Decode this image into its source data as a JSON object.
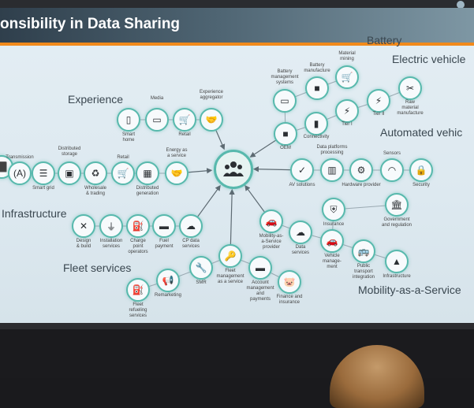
{
  "slide": {
    "title": "onsibility in Data Sharing",
    "center_node": {
      "name": "people-icon"
    },
    "group_headings": [
      "Battery",
      "Electric vehicle",
      "Experience",
      "Automated vehic",
      "Infrastructure",
      "Fleet services",
      "Mobility-as-a-Service"
    ],
    "nodes": [
      {
        "label": "",
        "icon": "⬛",
        "icon_name": "partial-icon"
      },
      {
        "label": "Transmission",
        "icon": "(A)",
        "icon_name": "transmission-icon"
      },
      {
        "label": "Smart grid",
        "icon": "☰",
        "icon_name": "smart-grid-icon"
      },
      {
        "label": "Distributed\nstorage",
        "icon": "▣",
        "icon_name": "storage-icon"
      },
      {
        "label": "Wholesale\n& trading",
        "icon": "♻",
        "icon_name": "recycle-icon"
      },
      {
        "label": "Retail",
        "icon": "🛒",
        "icon_name": "cart-icon"
      },
      {
        "label": "Distributed\ngeneration",
        "icon": "▦",
        "icon_name": "solar-panel-icon"
      },
      {
        "label": "Energy as\na service",
        "icon": "🤝",
        "icon_name": "handshake-icon"
      },
      {
        "label": "Smart\nhome",
        "icon": "▯",
        "icon_name": "smartphone-icon"
      },
      {
        "label": "Media",
        "icon": "▭",
        "icon_name": "monitor-icon"
      },
      {
        "label": "Retail",
        "icon": "🛒",
        "icon_name": "cart-icon"
      },
      {
        "label": "Experience\naggregator",
        "icon": "🤝",
        "icon_name": "handshake-icon"
      },
      {
        "label": "Battery\nmanagement\nsystems",
        "icon": "▭",
        "icon_name": "battery-icon"
      },
      {
        "label": "Battery\nmanufacture",
        "icon": "■",
        "icon_name": "factory-icon"
      },
      {
        "label": "Material\nmining",
        "icon": "🛒",
        "icon_name": "cart-icon"
      },
      {
        "label": "Raw\nmaterial\nmanufacture",
        "icon": "✂",
        "icon_name": "raw-material-icon"
      },
      {
        "label": "Tier I",
        "icon": "⚡",
        "icon_name": "bolt-icon"
      },
      {
        "label": "Tier II",
        "icon": "⚡",
        "icon_name": "bolt-icon"
      },
      {
        "label": "OEM",
        "icon": "■",
        "icon_name": "factory-icon"
      },
      {
        "label": "Connectivity",
        "icon": "▮",
        "icon_name": "signal-icon"
      },
      {
        "label": "AV solutions",
        "icon": "✓",
        "icon_name": "av-check-icon"
      },
      {
        "label": "Data platforms\nprocessing",
        "icon": "▥",
        "icon_name": "chart-icon"
      },
      {
        "label": "Hardware provider",
        "icon": "⚙",
        "icon_name": "gear-icon"
      },
      {
        "label": "Sensors",
        "icon": "◠",
        "icon_name": "wifi-icon"
      },
      {
        "label": "Security",
        "icon": "🔒",
        "icon_name": "lock-icon"
      },
      {
        "label": "Insurance",
        "icon": "⛨",
        "icon_name": "shield-icon"
      },
      {
        "label": "Government\nand regulation",
        "icon": "🏛",
        "icon_name": "government-icon"
      },
      {
        "label": "Mobility-as-\na-Service\nprovider",
        "icon": "🚗",
        "icon_name": "cars-icon"
      },
      {
        "label": "Data\nservices",
        "icon": "☁",
        "icon_name": "cloud-icon"
      },
      {
        "label": "Vehicle\nmanage-\nment",
        "icon": "🚗",
        "icon_name": "car-icon"
      },
      {
        "label": "Public\ntransport\nintegration",
        "icon": "🚌",
        "icon_name": "bus-icon"
      },
      {
        "label": "Infrastructure",
        "icon": "▲",
        "icon_name": "road-icon"
      },
      {
        "label": "Design\n& build",
        "icon": "✕",
        "icon_name": "tools-icon"
      },
      {
        "label": "Installation\nservices",
        "icon": "⏚",
        "icon_name": "plug-icon"
      },
      {
        "label": "Charge\npoint\noperators",
        "icon": "⛽",
        "icon_name": "charger-icon"
      },
      {
        "label": "Fuel\npayment",
        "icon": "▬",
        "icon_name": "card-icon"
      },
      {
        "label": "CP data\nservices",
        "icon": "☁",
        "icon_name": "cloud-icon"
      },
      {
        "label": "Fleet\nmanagement\nas a service",
        "icon": "🔑",
        "icon_name": "key-icon"
      },
      {
        "label": "SMR",
        "icon": "🔧",
        "icon_name": "wrench-icon"
      },
      {
        "label": "Remarketing",
        "icon": "📢",
        "icon_name": "megaphone-icon"
      },
      {
        "label": "Fleet\nrefueling\nservices",
        "icon": "⛽",
        "icon_name": "fuel-icon"
      },
      {
        "label": "Account\nmanagement\nand\npayments",
        "icon": "▬",
        "icon_name": "wallet-icon"
      },
      {
        "label": "Finance and\ninsurance",
        "icon": "🐷",
        "icon_name": "piggy-bank-icon"
      }
    ]
  },
  "colors": {
    "node_ring": "#58b9ad",
    "title_bar": "#3d4e5b",
    "title_accent": "#f18a1b",
    "slide_background": "#e4eef4"
  }
}
